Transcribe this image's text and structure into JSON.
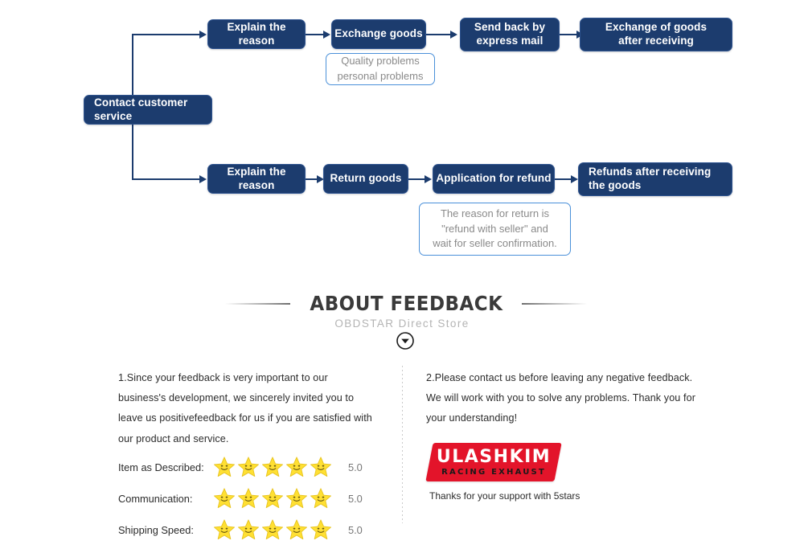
{
  "flowchart": {
    "root": {
      "label": "Contact customer service"
    },
    "exchange_branch": {
      "steps": [
        {
          "label": "Explain the reason"
        },
        {
          "label": "Exchange goods"
        },
        {
          "label": "Send back by\nexpress mail"
        },
        {
          "label": "Exchange of goods\nafter receiving"
        }
      ],
      "note": "Quality problems\npersonal problems"
    },
    "refund_branch": {
      "steps": [
        {
          "label": "Explain the reason"
        },
        {
          "label": "Return goods"
        },
        {
          "label": "Application for refund"
        },
        {
          "label": "Refunds after receiving\nthe goods"
        }
      ],
      "note": "The reason for return is\n\"refund with seller\" and\nwait for seller confirmation."
    },
    "colors": {
      "box_fill": "#1c3c6e",
      "box_text": "#ffffff",
      "note_border": "#4a90d9",
      "note_text": "#8a8a8a"
    }
  },
  "feedback_header": {
    "title": "ABOUT FEEDBACK",
    "subtitle": "OBDSTAR Direct Store",
    "chevron_icon": "chevron-down-circle-icon"
  },
  "feedback_body": {
    "left_paragraph": "1.Since your feedback is very important to our business's development, we sincerely invited you to leave us positivefeedback for us if you are satisfied with our product and service.",
    "right_paragraph": "2.Please contact us before leaving any negative feedback. We will work with you to solve any problems. Thank you for your understanding!"
  },
  "ratings": {
    "star_count": 5,
    "star_color": "#ffe033",
    "rows": [
      {
        "label": "Item as Described:",
        "value": "5.0",
        "stars": 5
      },
      {
        "label": "Communication:",
        "value": "5.0",
        "stars": 5
      },
      {
        "label": "Shipping Speed:",
        "value": "5.0",
        "stars": 5
      }
    ]
  },
  "brand": {
    "logo_line1": "ULASHKIM",
    "logo_line2": "RACING EXHAUST",
    "logo_color": "#e3142a",
    "tagline": "Thanks for your support with 5stars"
  }
}
